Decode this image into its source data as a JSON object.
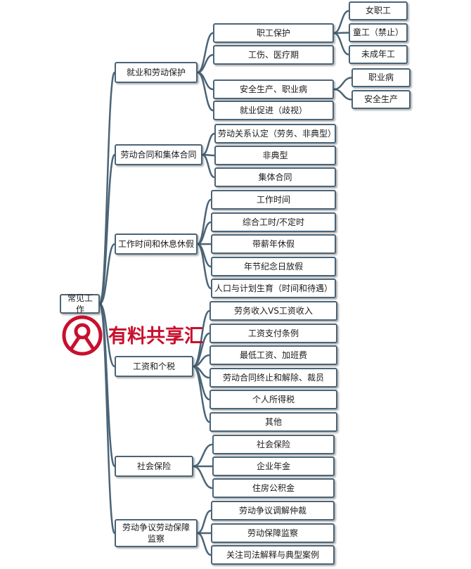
{
  "root": "常见工作",
  "categories": [
    {
      "label": "就业和劳动保护",
      "items": [
        {
          "label": "职工保护",
          "children": [
            "女职工",
            "童工（禁止）",
            "未成年工"
          ]
        },
        {
          "label": "工伤、医疗期"
        },
        {
          "label": "安全生产、职业病",
          "children": [
            "职业病",
            "安全生产"
          ]
        },
        {
          "label": "就业促进（歧视）"
        }
      ]
    },
    {
      "label": "劳动合同和集体合同",
      "items": [
        {
          "label": "劳动关系认定（劳务、非典型）"
        },
        {
          "label": "非典型"
        },
        {
          "label": "集体合同"
        }
      ]
    },
    {
      "label": "工作时间和休息休假",
      "items": [
        {
          "label": "工作时间"
        },
        {
          "label": "综合工时/不定时"
        },
        {
          "label": "带薪年休假"
        },
        {
          "label": "年节纪念日放假"
        },
        {
          "label": "人口与计划生育（时间和待遇）"
        }
      ]
    },
    {
      "label": "工资和个税",
      "items": [
        {
          "label": "劳务收入VS工资收入"
        },
        {
          "label": "工资支付条例"
        },
        {
          "label": "最低工资、加班费"
        },
        {
          "label": "劳动合同终止和解除、裁员"
        },
        {
          "label": "个人所得税"
        },
        {
          "label": "其他"
        }
      ]
    },
    {
      "label": "社会保险",
      "items": [
        {
          "label": "社会保险"
        },
        {
          "label": "企业年金"
        },
        {
          "label": "住房公积金"
        }
      ]
    },
    {
      "label": "劳动争议劳动保障监察",
      "items": [
        {
          "label": "劳动争议调解仲裁"
        },
        {
          "label": "劳动保障监察"
        },
        {
          "label": "关注司法解释与典型案例"
        }
      ]
    }
  ],
  "watermark": {
    "text": "有料共享汇",
    "color": "#c8102e"
  },
  "colors": {
    "line": "#4b6477",
    "box_border": "#4b6477"
  }
}
